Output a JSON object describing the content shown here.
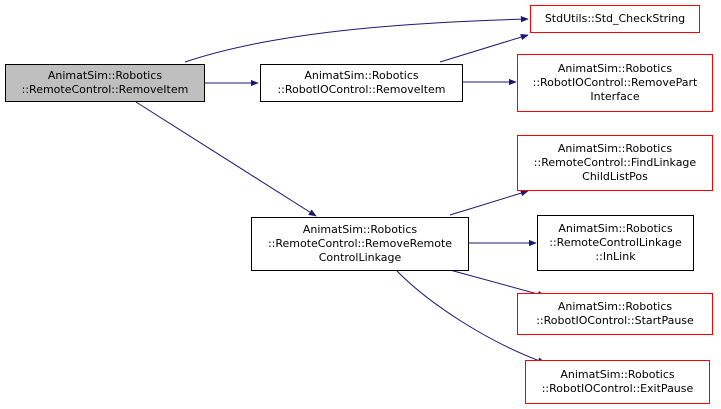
{
  "graph": {
    "nodes": {
      "root": {
        "lines": [
          "AnimatSim::Robotics",
          "::RemoteControl::RemoveItem"
        ],
        "fill": "#bfbfbf",
        "border": "#000000"
      },
      "robotio_removeitem": {
        "lines": [
          "AnimatSim::Robotics",
          "::RobotIOControl::RemoveItem"
        ],
        "border": "#000000"
      },
      "check_string": {
        "lines": [
          "StdUtils::Std_CheckString"
        ],
        "border": "#ff0000"
      },
      "remove_part_interface": {
        "lines": [
          "AnimatSim::Robotics",
          "::RobotIOControl::RemovePart",
          "Interface"
        ],
        "border": "#ff0000"
      },
      "remove_remote_control_linkage": {
        "lines": [
          "AnimatSim::Robotics",
          "::RemoteControl::RemoveRemote",
          "ControlLinkage"
        ],
        "border": "#000000"
      },
      "find_linkage_child_list_pos": {
        "lines": [
          "AnimatSim::Robotics",
          "::RemoteControl::FindLinkage",
          "ChildListPos"
        ],
        "border": "#ff0000"
      },
      "in_link": {
        "lines": [
          "AnimatSim::Robotics",
          "::RemoteControlLinkage",
          "::InLink"
        ],
        "border": "#000000"
      },
      "start_pause": {
        "lines": [
          "AnimatSim::Robotics",
          "::RobotIOControl::StartPause"
        ],
        "border": "#ff0000"
      },
      "exit_pause": {
        "lines": [
          "AnimatSim::Robotics",
          "::RobotIOControl::ExitPause"
        ],
        "border": "#ff0000"
      }
    },
    "edges": [
      {
        "from": "root",
        "to": "check_string"
      },
      {
        "from": "root",
        "to": "robotio_removeitem"
      },
      {
        "from": "root",
        "to": "remove_remote_control_linkage"
      },
      {
        "from": "robotio_removeitem",
        "to": "check_string"
      },
      {
        "from": "robotio_removeitem",
        "to": "remove_part_interface"
      },
      {
        "from": "remove_remote_control_linkage",
        "to": "find_linkage_child_list_pos"
      },
      {
        "from": "remove_remote_control_linkage",
        "to": "in_link"
      },
      {
        "from": "remove_remote_control_linkage",
        "to": "start_pause"
      },
      {
        "from": "remove_remote_control_linkage",
        "to": "exit_pause"
      }
    ],
    "edge_color": "#191970"
  }
}
